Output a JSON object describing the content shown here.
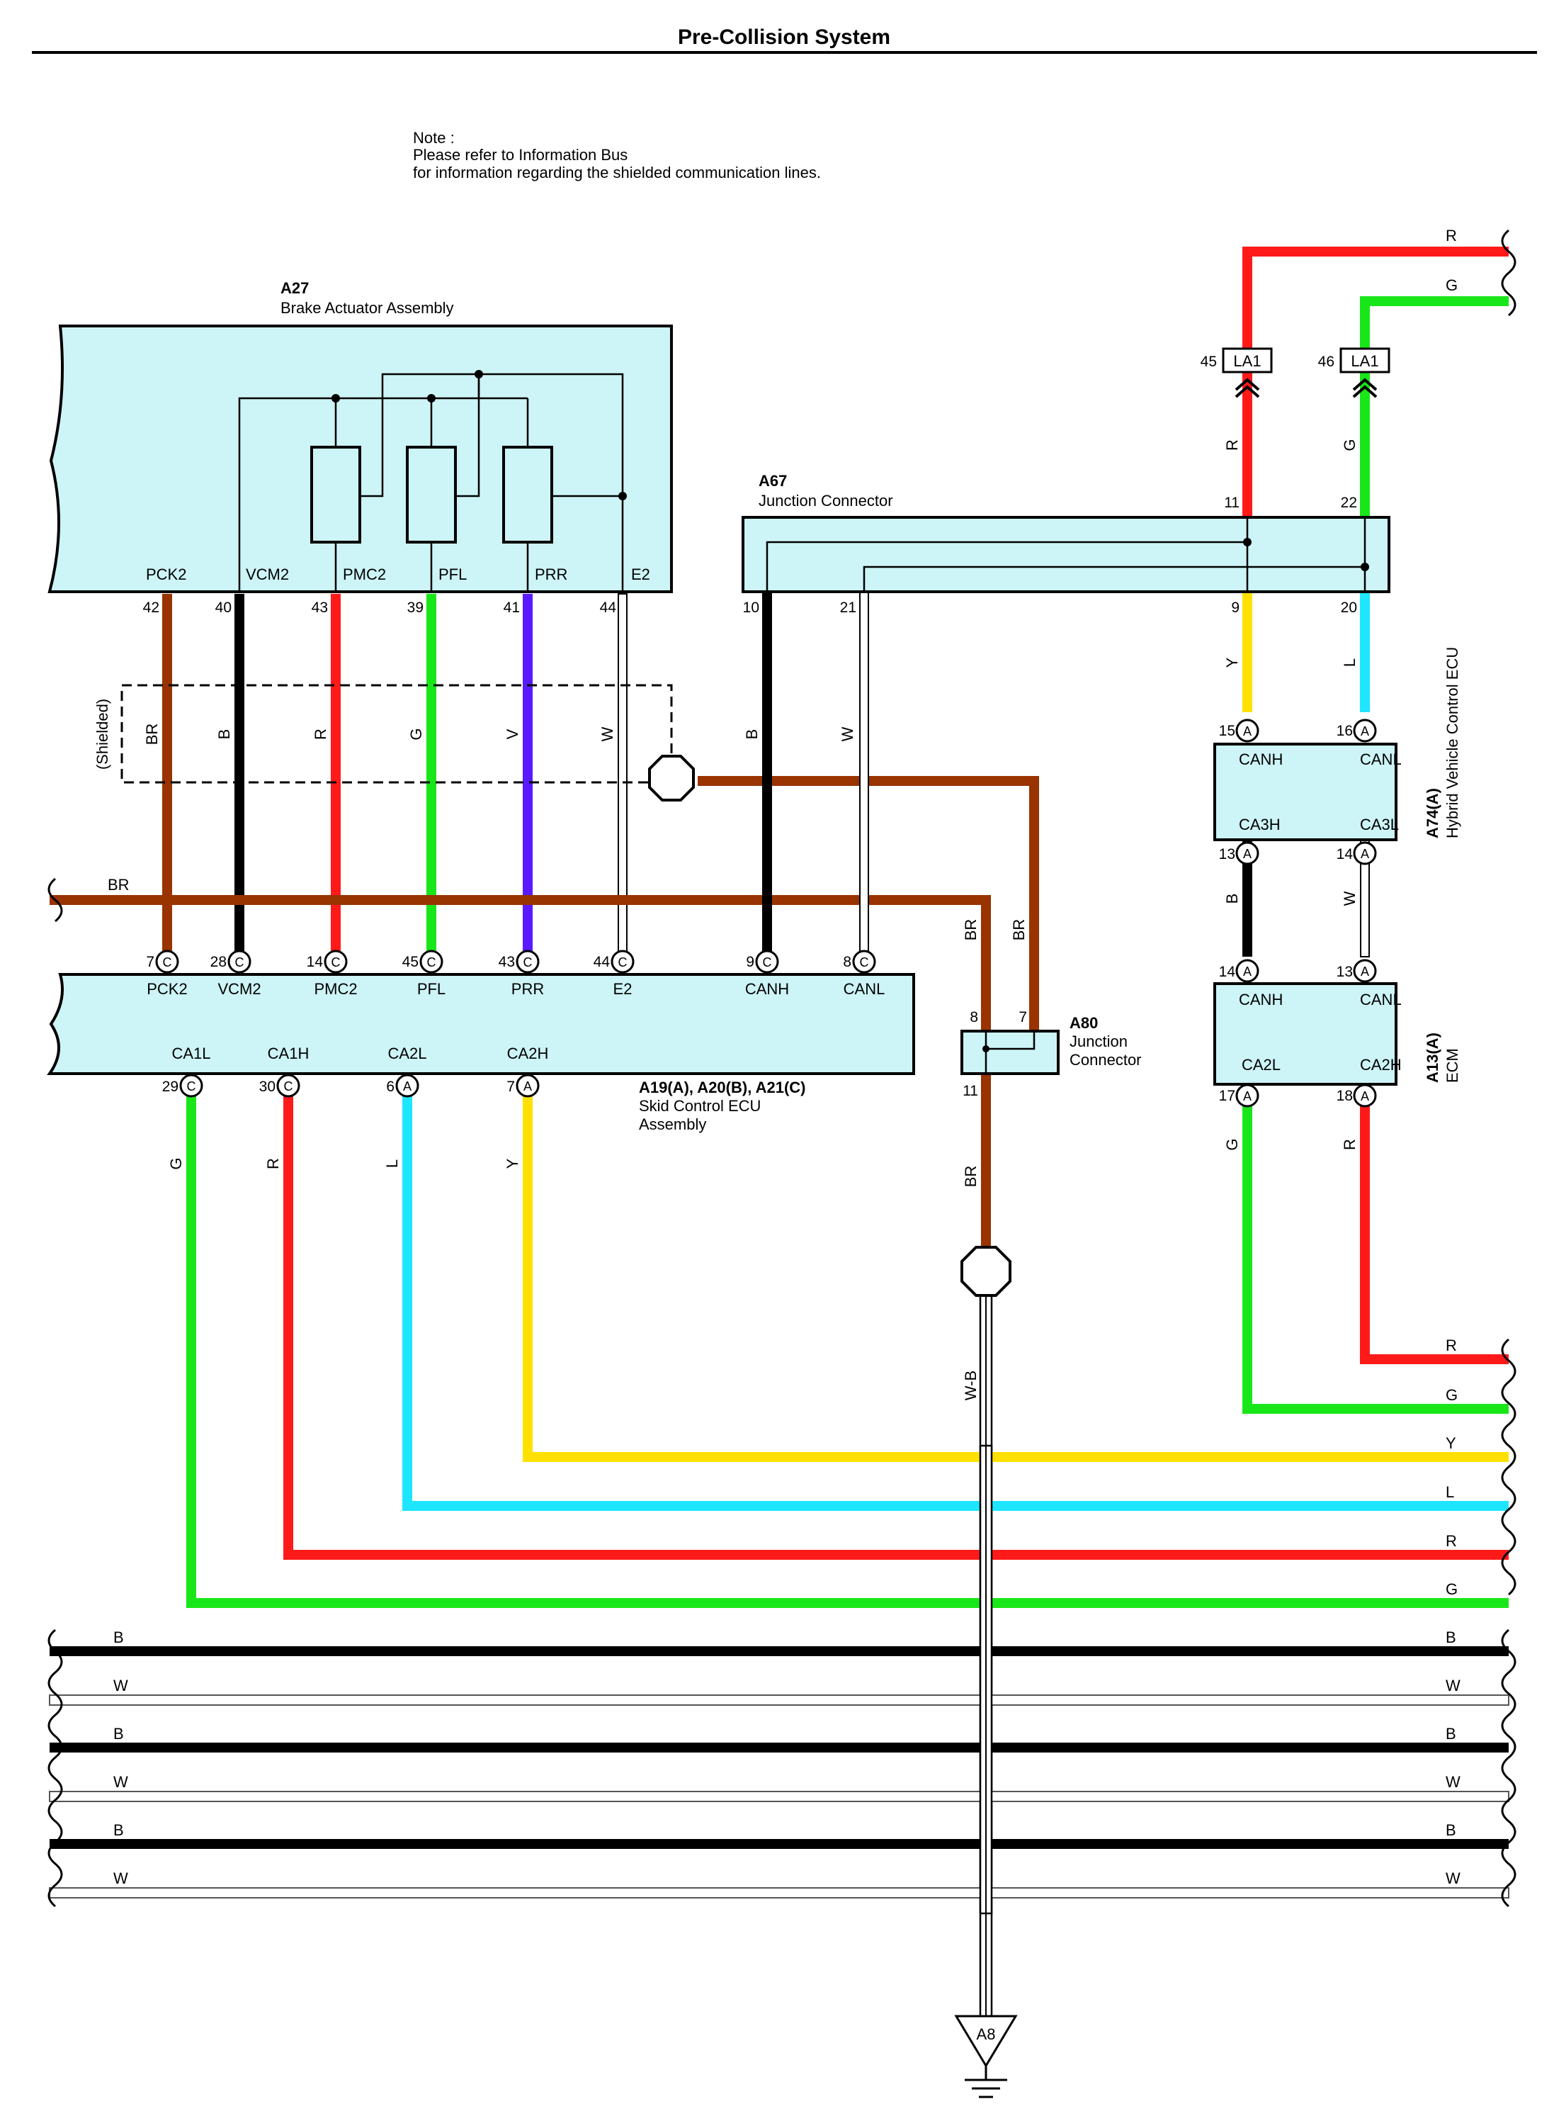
{
  "title": "Pre-Collision System",
  "note": {
    "line1": "Note :",
    "line2": "Please refer to Information Bus",
    "line3": "for information regarding the shielded communication lines."
  },
  "colors": {
    "R": "#ff1a1a",
    "G": "#19e619",
    "BR": "#993300",
    "B": "#000000",
    "V": "#5a1aff",
    "W": "#ffffff",
    "Y": "#ffe000",
    "L": "#1ee6ff",
    "box": "#cdf4f6"
  },
  "components": {
    "a27": {
      "id": "A27",
      "name": "Brake Actuator Assembly",
      "terminals": [
        "PCK2",
        "VCM2",
        "PMC2",
        "PFL",
        "PRR",
        "E2"
      ],
      "pins": [
        "42",
        "40",
        "43",
        "39",
        "41",
        "44"
      ]
    },
    "a67": {
      "id": "A67",
      "name": "Junction Connector",
      "pins_bottom": [
        "10",
        "21",
        "9",
        "20"
      ],
      "pins_top": [
        "11",
        "22"
      ]
    },
    "la1": {
      "id": "LA1",
      "pins": [
        "45",
        "46"
      ]
    },
    "a74": {
      "id": "A74(A)",
      "name": "Hybrid Vehicle Control ECU",
      "terminals_top": [
        "CANH",
        "CANL"
      ],
      "terminals_bottom": [
        "CA3H",
        "CA3L"
      ],
      "pins_top": [
        "15",
        "16"
      ],
      "pins_bottom": [
        "13",
        "14"
      ],
      "conn": "A"
    },
    "a13": {
      "id": "A13(A)",
      "name": "ECM",
      "terminals_top": [
        "CANH",
        "CANL"
      ],
      "terminals_bottom": [
        "CA2L",
        "CA2H"
      ],
      "pins_top": [
        "14",
        "13"
      ],
      "pins_bottom": [
        "17",
        "18"
      ],
      "conn": "A"
    },
    "skid": {
      "id": "A19(A), A20(B), A21(C)",
      "name1": "Skid Control ECU",
      "name2": "Assembly",
      "top_terminals": [
        "PCK2",
        "VCM2",
        "PMC2",
        "PFL",
        "PRR",
        "E2",
        "CANH",
        "CANL"
      ],
      "top_pins": [
        "7",
        "28",
        "14",
        "45",
        "43",
        "44",
        "9",
        "8"
      ],
      "top_conn": [
        "C",
        "C",
        "C",
        "C",
        "C",
        "C",
        "C",
        "C"
      ],
      "bottom_terminals": [
        "CA1L",
        "CA1H",
        "CA2L",
        "CA2H"
      ],
      "bottom_pins": [
        "29",
        "30",
        "6",
        "7"
      ],
      "bottom_conn": [
        "C",
        "C",
        "A",
        "A"
      ]
    },
    "a80": {
      "id": "A80",
      "name1": "Junction",
      "name2": "Connector",
      "pins": [
        "8",
        "7",
        "11"
      ]
    },
    "ground": {
      "id": "A8"
    }
  },
  "shielded_label": "(Shielded)",
  "wires": {
    "a27_colors": [
      "BR",
      "B",
      "R",
      "G",
      "V",
      "W"
    ],
    "a67_colors": [
      "B",
      "W",
      "Y",
      "L"
    ],
    "la1_colors": [
      "R",
      "G"
    ],
    "bus_br": "BR",
    "a74_a13_colors": [
      "B",
      "W"
    ],
    "a80_colors": [
      "BR",
      "BR",
      "BR",
      "W-B"
    ],
    "skid_bottom_colors": [
      "G",
      "R",
      "L",
      "Y"
    ],
    "ecm_bottom_colors": [
      "G",
      "R"
    ],
    "right_top_labels": [
      "R",
      "G"
    ],
    "right_labels": [
      "R",
      "G",
      "Y",
      "L",
      "R",
      "G"
    ],
    "bus_labels": [
      "B",
      "W",
      "B",
      "W",
      "B",
      "W"
    ]
  }
}
